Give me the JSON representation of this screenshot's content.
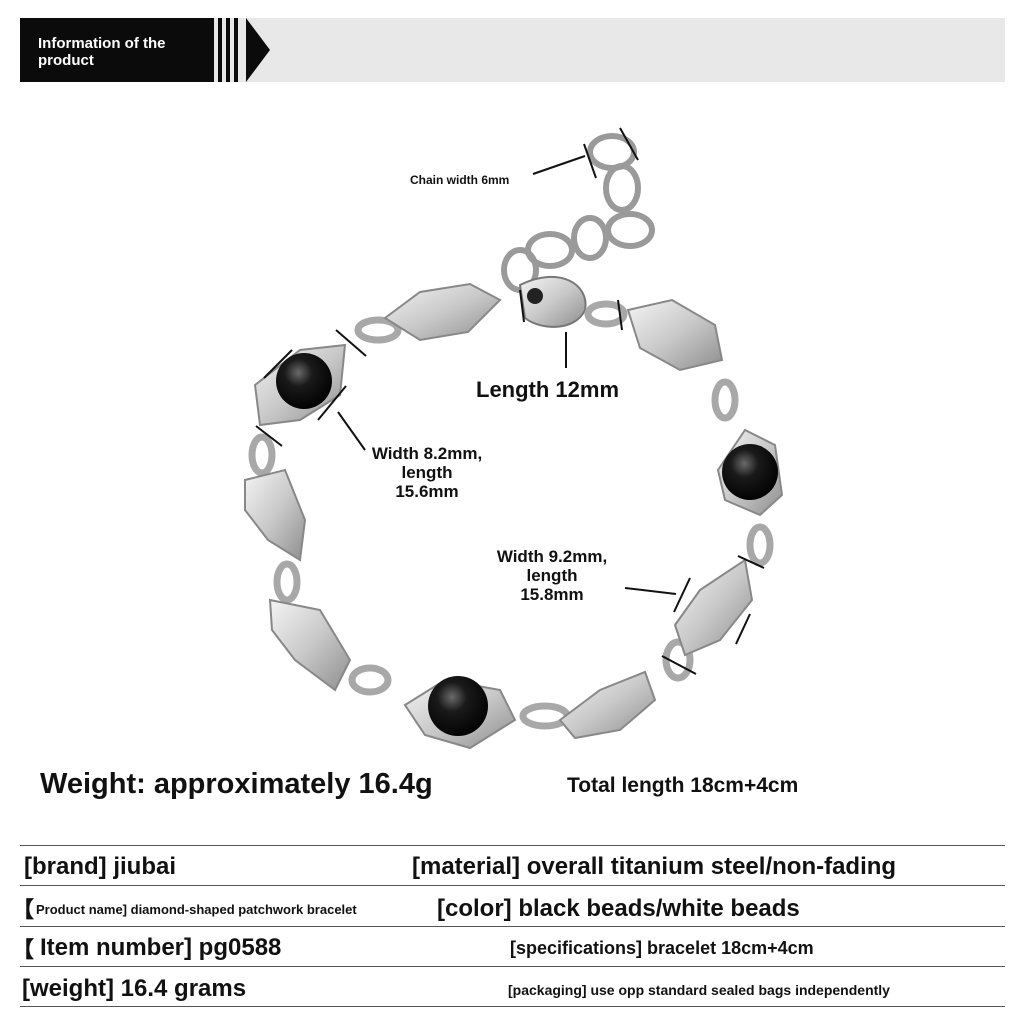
{
  "header": {
    "title": "Information of the product"
  },
  "annotations": {
    "chain_width": "Chain width 6mm",
    "length_clasp": "Length 12mm",
    "bead_link_width": "Width 8.2mm,",
    "bead_link_length": "length",
    "bead_link_length_value": "15.6mm",
    "plain_link_width": "Width 9.2mm,",
    "plain_link_length": "length",
    "plain_link_length_value": "15.8mm"
  },
  "summary": {
    "weight": "Weight: approximately 16.4g",
    "total_length": "Total length 18cm+4cm"
  },
  "specs": {
    "brand": "[brand] jiubai",
    "material": "[material] overall titanium steel/non-fading",
    "product_name_bracket": "【",
    "product_name": "Product name] diamond-shaped patchwork bracelet",
    "color": "[color] black beads/white beads",
    "item_number_bracket": "【",
    "item_number": "Item number] pg0588",
    "specifications": "[specifications] bracelet 18cm+4cm",
    "weight": "[weight] 16.4 grams",
    "packaging": "[packaging] use opp standard sealed bags independently"
  },
  "colors": {
    "header_dark": "#0b0b0b",
    "header_light": "#e8e8e8",
    "steel": "#d4d4d4",
    "bead": "#101010"
  }
}
